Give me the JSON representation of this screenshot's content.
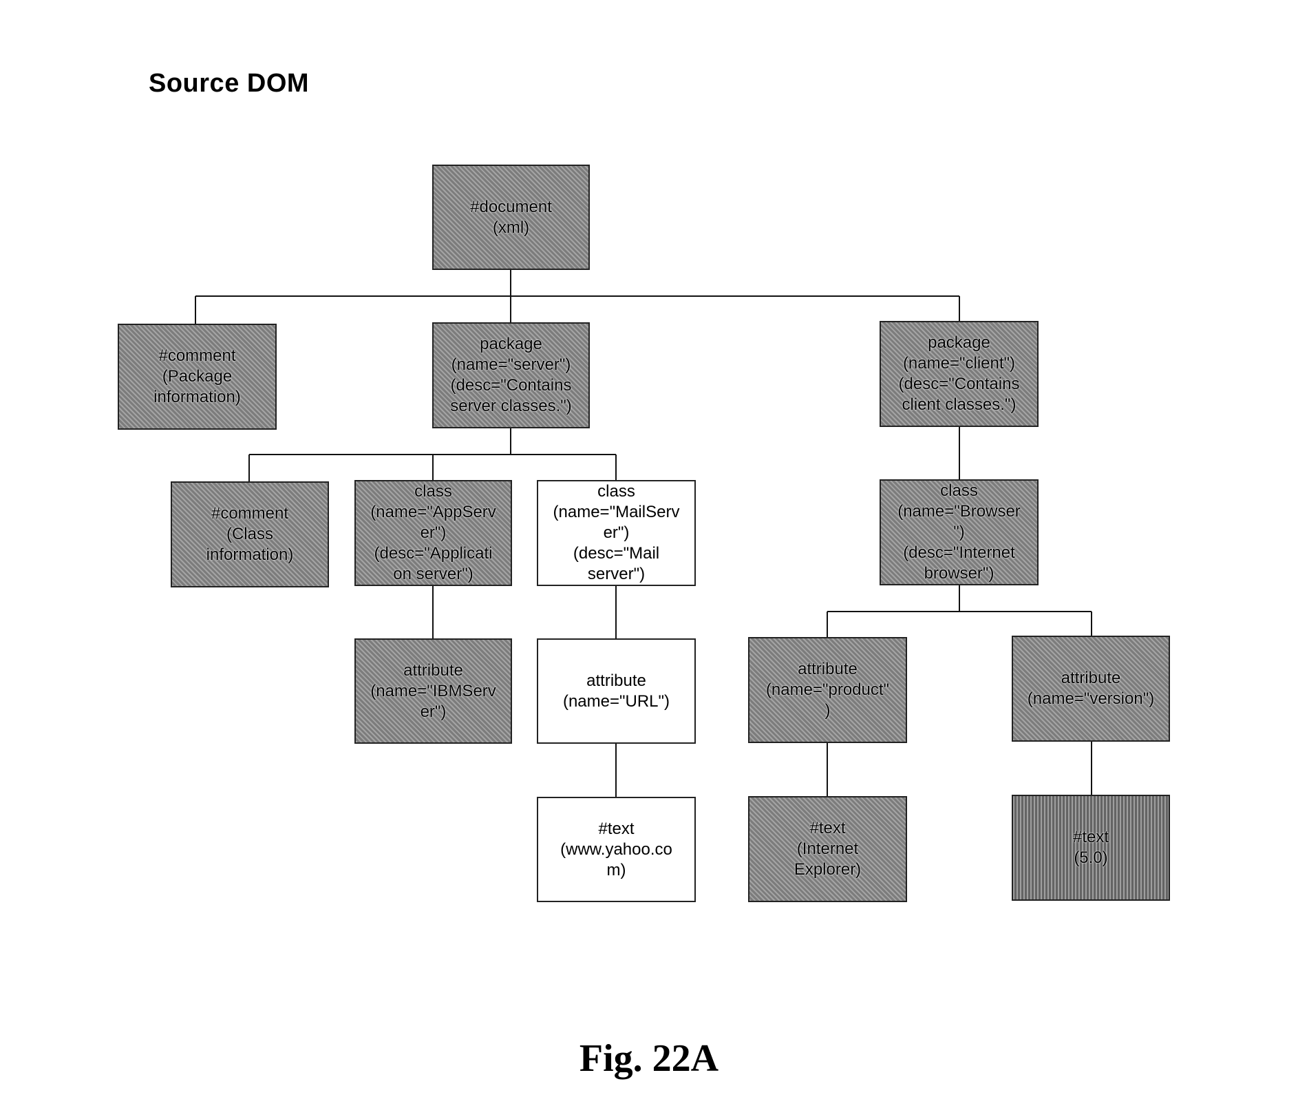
{
  "heading": "Source DOM",
  "caption": "Fig. 22A",
  "nodes": {
    "document": {
      "text": "#document\n(xml)",
      "fill": "shaded"
    },
    "comment_package": {
      "text": "#comment\n(Package\ninformation)",
      "fill": "shaded"
    },
    "package_server": {
      "text": "package\n(name=\"server\")\n(desc=\"Contains\nserver classes.\")",
      "fill": "shaded"
    },
    "package_client": {
      "text": "package\n(name=\"client\")\n(desc=\"Contains\nclient classes.\")",
      "fill": "shaded"
    },
    "comment_class": {
      "text": "#comment\n(Class\ninformation)",
      "fill": "shaded"
    },
    "class_appserver": {
      "text": "class\n(name=\"AppServ\ner\")\n(desc=\"Applicati\non server\")",
      "fill": "shaded"
    },
    "class_mailserver": {
      "text": "class\n(name=\"MailServ\ner\")\n(desc=\"Mail\nserver\")",
      "fill": "plain"
    },
    "class_browser": {
      "text": "class\n(name=\"Browser\n\")\n(desc=\"Internet\nbrowser\")",
      "fill": "shaded"
    },
    "attr_ibmserver": {
      "text": "attribute\n(name=\"IBMServ\ner\")",
      "fill": "shaded"
    },
    "attr_url": {
      "text": "attribute\n(name=\"URL\")",
      "fill": "plain"
    },
    "attr_product": {
      "text": "attribute\n(name=\"product\"\n)",
      "fill": "shaded"
    },
    "attr_version": {
      "text": "attribute\n(name=\"version\")",
      "fill": "shaded"
    },
    "text_yahoo": {
      "text": "#text\n(www.yahoo.co\nm)",
      "fill": "plain"
    },
    "text_ie": {
      "text": "#text\n(Internet\nExplorer)",
      "fill": "shaded"
    },
    "text_version": {
      "text": "#text\n(5.0)",
      "fill": "vstripe"
    }
  }
}
